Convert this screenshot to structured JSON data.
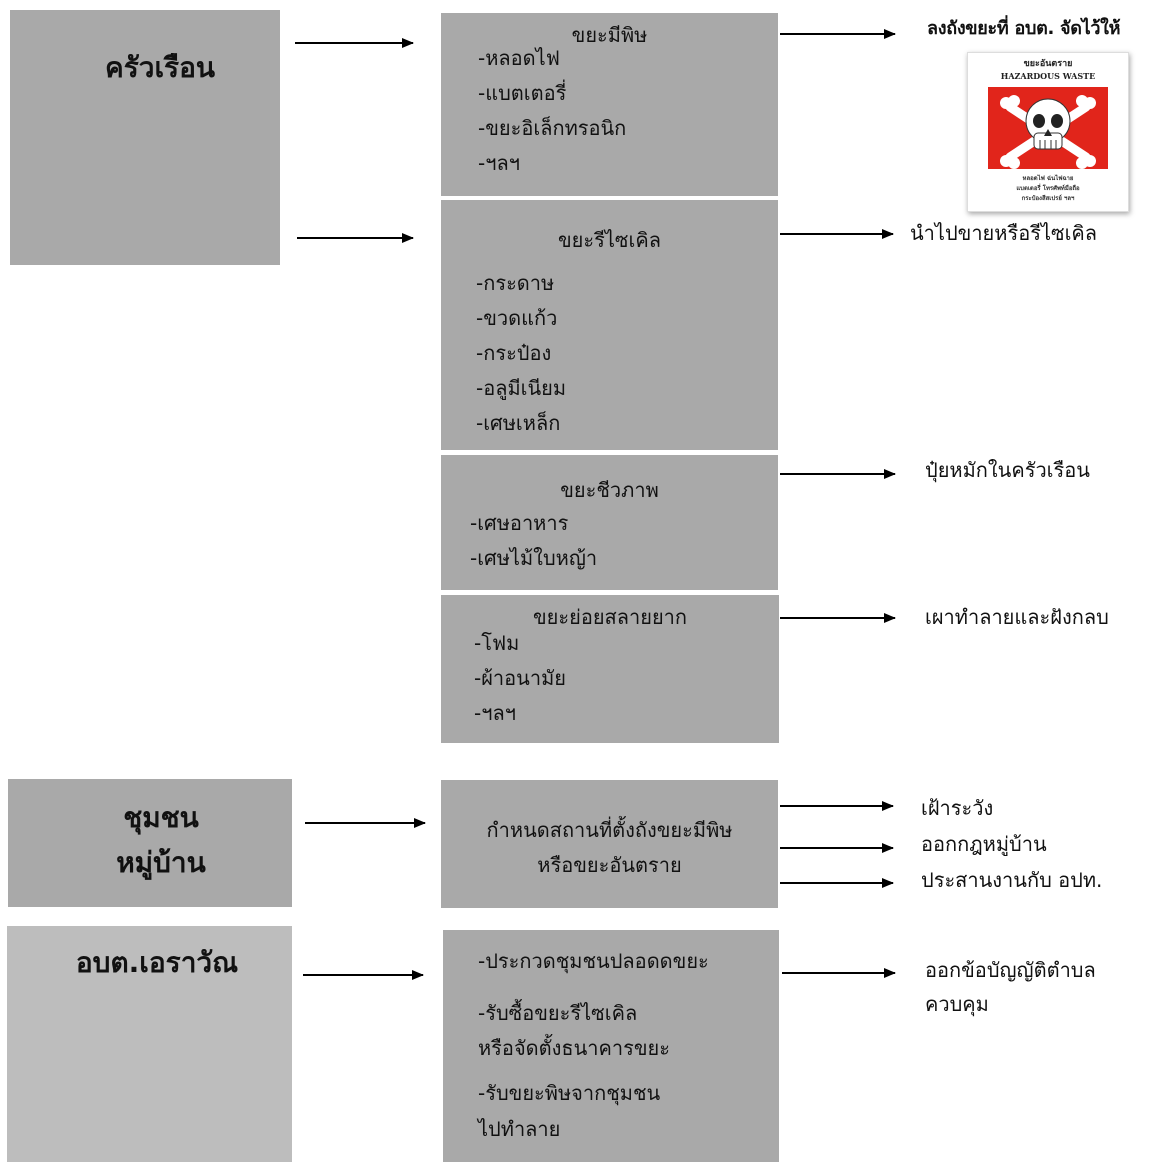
{
  "household": {
    "title": "ครัวเรือน",
    "hazardous": {
      "title": "ขยะมีพิษ",
      "items": [
        "-หลอดไฟ",
        "-แบตเตอรี่",
        "-ขยะอิเล็กทรอนิก",
        "-ฯลฯ"
      ],
      "action": "ลงถังขยะที่ อบต. จัดไว้ให้"
    },
    "recycle": {
      "title": "ขยะรีไซเคิล",
      "items": [
        "-กระดาษ",
        "-ขวดแก้ว",
        "-กระป๋อง",
        "-อลูมีเนียม",
        "-เศษเหล็ก"
      ],
      "action": "นำไปขายหรือรีไซเคิล"
    },
    "organic": {
      "title": "ขยะชีวภาพ",
      "items": [
        "-เศษอาหาร",
        "-เศษไม้ใบหญ้า"
      ],
      "action": "ปุ๋ยหมักในครัวเรือน"
    },
    "general": {
      "title": "ขยะย่อยสลายยาก",
      "items": [
        "-โฟม",
        "-ผ้าอนามัย",
        "-ฯลฯ"
      ],
      "action": "เผาทำลายและฝังกลบ"
    }
  },
  "community": {
    "title_lines": [
      "ชุมชน",
      "หมู่บ้าน"
    ],
    "box_lines": [
      "กำหนดสถานที่ตั้งถังขยะมีพิษ",
      "หรือขยะอันตราย"
    ],
    "actions": [
      "เฝ้าระวัง",
      "ออกกฎหมู่บ้าน",
      "ประสานงานกับ อปท."
    ]
  },
  "sao": {
    "title": "อบต.เอราวัณ",
    "box_lines": [
      "-ประกวดชุมชนปลอดดขยะ",
      "-รับซื้อขยะรีไซเคิล",
      " หรือจัดตั้งธนาคารขยะ",
      "-รับขยะพิษจากชุมชน",
      " ไปทำลาย"
    ],
    "action_lines": [
      "ออกข้อบัญญัติตำบล",
      "ควบคุม"
    ]
  },
  "poster": {
    "title": "ขยะอันตราย",
    "subtitle": "HAZARDOUS WASTE",
    "footer_lines": [
      "หลอดไฟ ฉ่นไฟฉาย",
      "แบตเตอรี่ โทรศัพท์มือถือ",
      "กระป๋องสีสเปรย์ ฯลฯ"
    ],
    "bg_color": "#e1251b"
  },
  "colors": {
    "box": "#a9a9a9",
    "box_light": "#bdbdbd"
  }
}
